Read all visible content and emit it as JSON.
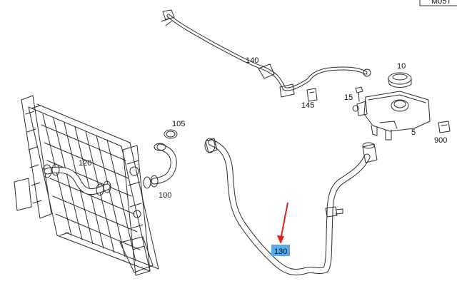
{
  "diagram_code": "M05T",
  "callouts": {
    "p140": "140",
    "p10": "10",
    "p15": "15",
    "p145": "145",
    "p105": "105",
    "p5": "5",
    "p900": "900",
    "p120": "120",
    "p100": "100",
    "p130": "130"
  },
  "highlight": {
    "part": "130",
    "color": "#5aa9e6",
    "arrow_color": "#e02020"
  }
}
